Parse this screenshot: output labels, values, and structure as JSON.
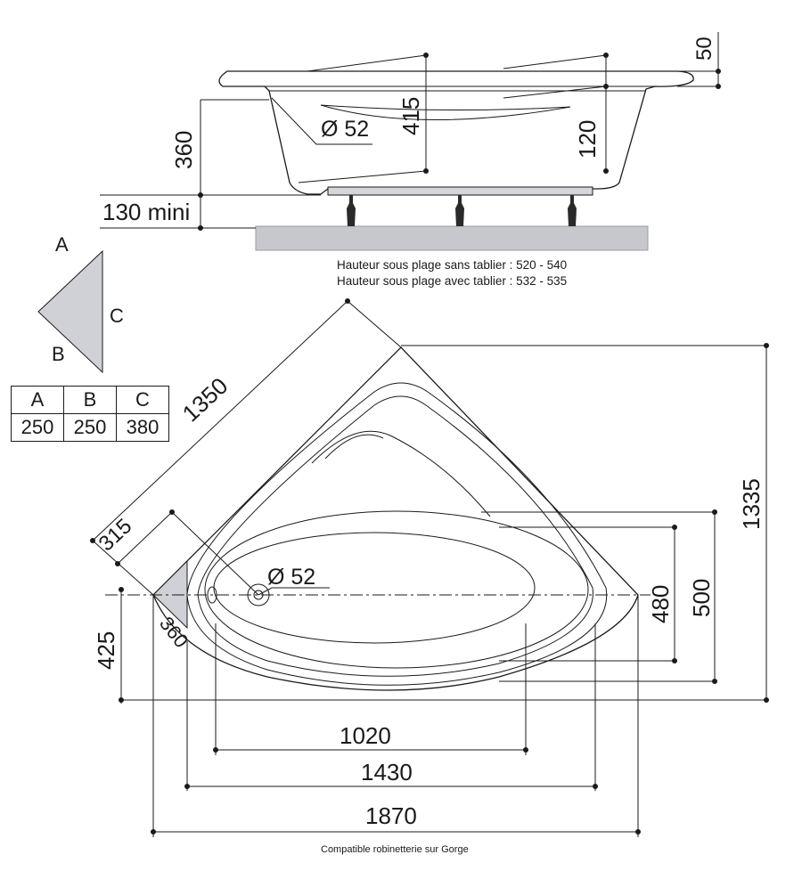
{
  "side_view": {
    "dim_50": "50",
    "dim_415": "415",
    "dim_120": "120",
    "dim_360": "360",
    "dim_130_mini": "130 mini",
    "drain_diameter": "Ø 52",
    "note_line1": "Hauteur sous plage sans tablier : 520 - 540",
    "note_line2": "Hauteur sous plage avec tablier : 532 - 535"
  },
  "triangle": {
    "label_a": "A",
    "label_b": "B",
    "label_c": "C"
  },
  "abc_table": {
    "headers": [
      "A",
      "B",
      "C"
    ],
    "values": [
      "250",
      "250",
      "380"
    ]
  },
  "top_view": {
    "dim_1350": "1350",
    "dim_1335": "1335",
    "dim_315": "315",
    "dim_360": "360",
    "dim_425": "425",
    "dim_480": "480",
    "dim_500": "500",
    "dim_1020": "1020",
    "dim_1430": "1430",
    "dim_1870": "1870",
    "drain_diameter": "Ø 52"
  },
  "footer_note": "Compatible robinetterie sur Gorge"
}
